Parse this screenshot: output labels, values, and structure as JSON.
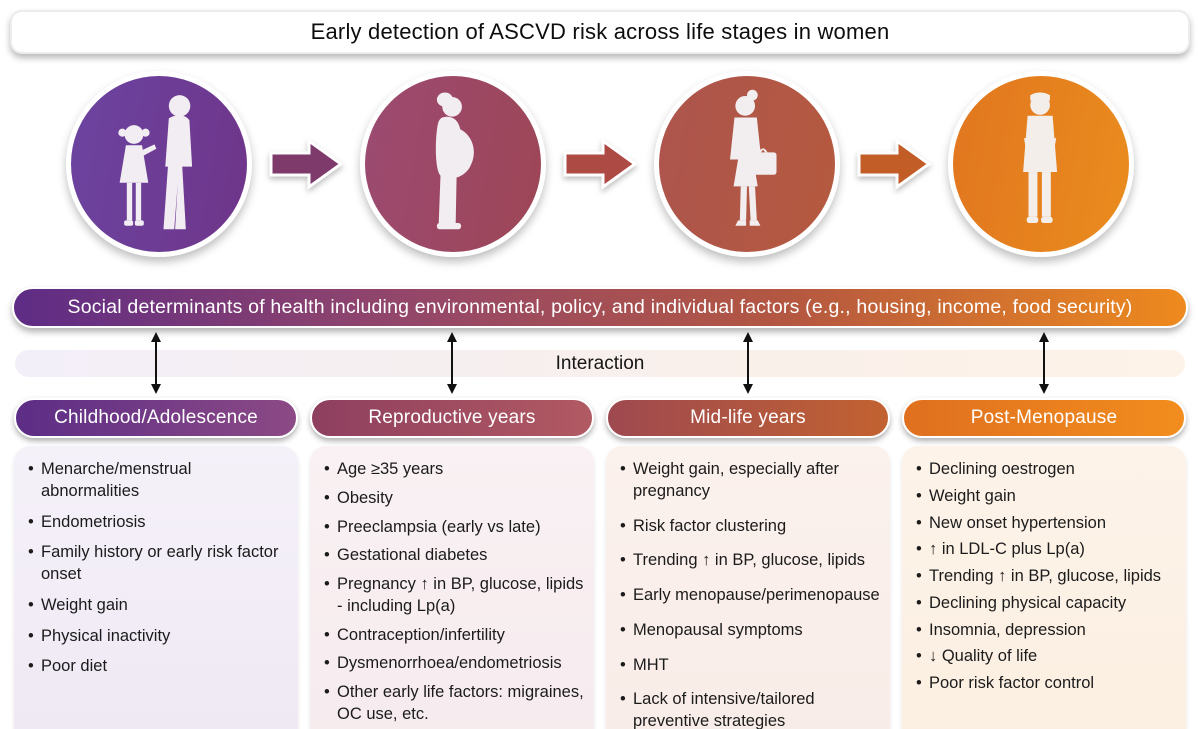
{
  "title": "Early detection of ASCVD risk across life stages in women",
  "banner": "Social determinants of health including environmental, policy, and individual factors (e.g., housing, income, food security)",
  "interaction_label": "Interaction",
  "stages": [
    {
      "silhouette": "girl-and-teen-silhouette",
      "color_start": "#6b44a1",
      "color_end": "#6f3589"
    },
    {
      "silhouette": "pregnant-woman-silhouette",
      "color_start": "#9b4a72",
      "color_end": "#9e4656"
    },
    {
      "silhouette": "woman-with-briefcase-silhouette",
      "color_start": "#ad544e",
      "color_end": "#b55a3e"
    },
    {
      "silhouette": "older-woman-silhouette",
      "color_start": "#e1761f",
      "color_end": "#ea8c1e"
    }
  ],
  "stage_arrow_colors": [
    "#7e3a6b",
    "#ad4a44",
    "#c25d28"
  ],
  "columns": [
    {
      "header": "Childhood/Adolescence",
      "header_colors": [
        "#5c2d86",
        "#8c4a85"
      ],
      "box_color": "#f1ecf6",
      "items": [
        "Menarche/menstrual abnormalities",
        "Endometriosis",
        "Family history or early risk factor onset",
        "Weight gain",
        "Physical inactivity",
        "Poor diet"
      ]
    },
    {
      "header": "Reproductive years",
      "header_colors": [
        "#8e3f5f",
        "#b25a63"
      ],
      "box_color": "#f8eef1",
      "items": [
        "Age ≥35 years",
        "Obesity",
        "Preeclampsia (early vs late)",
        "Gestational diabetes",
        "Pregnancy ↑ in BP, glucose, lipids - including Lp(a)",
        "Contraception/infertility",
        "Dysmenorrhoea/endometriosis",
        "Other early life factors: migraines, OC use, etc."
      ]
    },
    {
      "header": "Mid-life years",
      "header_colors": [
        "#9e4950",
        "#c26231"
      ],
      "box_color": "#f9eeea",
      "items": [
        "Weight gain, especially after pregnancy",
        "Risk factor clustering",
        "Trending ↑ in BP, glucose, lipids",
        "Early menopause/perimenopause",
        "Menopausal symptoms",
        "MHT",
        "Lack of intensive/tailored preventive strategies"
      ]
    },
    {
      "header": "Post-Menopause",
      "header_colors": [
        "#df701f",
        "#f28d1e"
      ],
      "box_color": "#fdf1e4",
      "items": [
        "Declining oestrogen",
        "Weight gain",
        "New onset hypertension",
        "↑ in LDL-C plus Lp(a)",
        "Trending ↑ in BP, glucose, lipids",
        "Declining physical capacity",
        "Insomnia, depression",
        "↓ Quality of life",
        "Poor risk factor control"
      ]
    }
  ],
  "colors": {
    "banner_gradient": [
      "#5e2c86",
      "#93466a",
      "#b45741",
      "#ee8a1d"
    ],
    "interaction_bar_gradient": [
      "#f3eff9",
      "#fdf3e8"
    ],
    "arrow_black": "#111111",
    "background": "#ffffff"
  }
}
